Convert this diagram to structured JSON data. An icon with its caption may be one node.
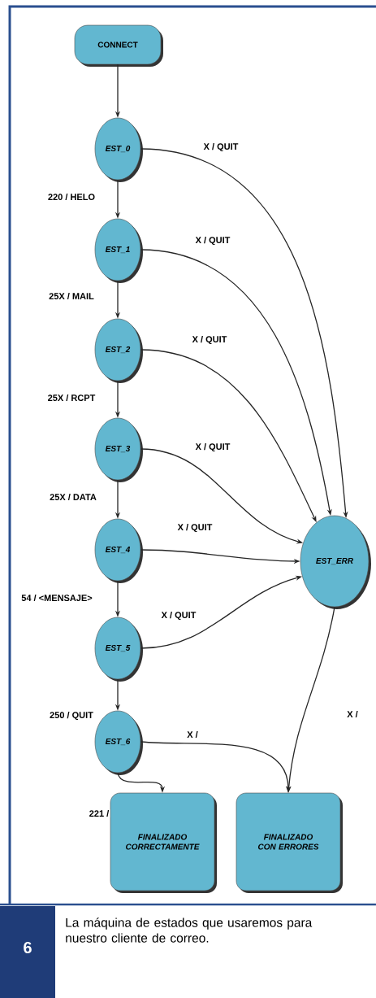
{
  "diagram": {
    "caption": "La máquina de estados que usaremos para nuestro cliente de correo.",
    "nodes": [
      {
        "text": [
          "CONNECT"
        ]
      },
      {
        "text": [
          "EST_0"
        ]
      },
      {
        "text": [
          "EST_1"
        ]
      },
      {
        "text": [
          "EST_2"
        ]
      },
      {
        "text": [
          "EST_3"
        ]
      },
      {
        "text": [
          "EST_4"
        ]
      },
      {
        "text": [
          "EST_5"
        ]
      },
      {
        "text": [
          "EST_6"
        ]
      },
      {
        "text": [
          "EST_ERR"
        ]
      },
      {
        "text": [
          "FINALIZADO CORRECTAMENTE"
        ]
      },
      {
        "text": [
          "FINALIZADO CON ERRORES"
        ]
      }
    ],
    "edges": [
      {
        "from": 0,
        "to": 1,
        "arrow": "to"
      },
      {
        "from": 1,
        "to": 2,
        "arrow": "to",
        "label": "220 / HELO"
      },
      {
        "from": 2,
        "to": 3,
        "arrow": "to",
        "label": "25X / MAIL"
      },
      {
        "from": 3,
        "to": 4,
        "arrow": "to",
        "label": "25X / RCPT"
      },
      {
        "from": 4,
        "to": 5,
        "arrow": "to",
        "label": "25X / DATA"
      },
      {
        "from": 5,
        "to": 6,
        "arrow": "to",
        "label": "54 / <MENSAJE>"
      },
      {
        "from": 6,
        "to": 7,
        "arrow": "to",
        "label": "250 / QUIT"
      },
      {
        "from": 1,
        "to": 8,
        "arrow": "to",
        "label": "X / QUIT"
      },
      {
        "from": 2,
        "to": 8,
        "arrow": "to",
        "label": "X / QUIT"
      },
      {
        "from": 3,
        "to": 8,
        "arrow": "to",
        "label": "X / QUIT"
      },
      {
        "from": 4,
        "to": 8,
        "arrow": "to",
        "label": "X / QUIT"
      },
      {
        "from": 5,
        "to": 8,
        "arrow": "to",
        "label": "X / QUIT"
      },
      {
        "from": 6,
        "to": 8,
        "arrow": "to",
        "label": "X / QUIT"
      },
      {
        "from": 7,
        "to": 9,
        "arrow": "to",
        "label": "221 /"
      },
      {
        "from": 7,
        "to": 10,
        "arrow": "to",
        "label": "X /"
      },
      {
        "from": 8,
        "to": 10,
        "arrow": "to",
        "label": "X /"
      }
    ],
    "labels": [
      "6"
    ]
  }
}
